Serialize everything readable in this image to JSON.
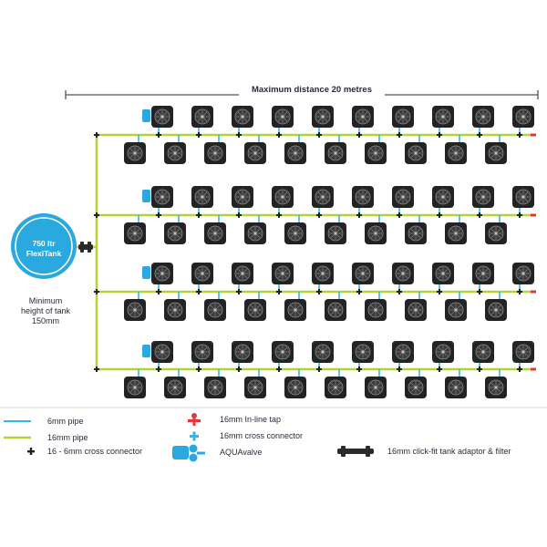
{
  "title": "Maximum distance 20 metres",
  "tank": {
    "line1": "750 ltr",
    "line2": "FlexiTank",
    "note_line1": "Minimum",
    "note_line2": "height of tank",
    "note_line3": "150mm"
  },
  "legend": {
    "pipe_6mm": "6mm pipe",
    "pipe_16mm": "16mm pipe",
    "cross_16_6": "16 - 6mm cross connector",
    "inline_tap": "16mm In-line tap",
    "cross_16": "16mm cross connector",
    "aquavalve": "AQUAvalve",
    "tank_adaptor": "16mm click-fit tank adaptor & filter"
  },
  "colors": {
    "pipe_6mm": "#33b8e6",
    "pipe_16mm": "#b4d335",
    "pot": "#232323",
    "tank": "#2aa9e0",
    "tap": "#e0363c",
    "text": "#2a2a3a"
  },
  "layout_info": {
    "groups": 4,
    "pots_per_row": 10,
    "rows_per_group": 2
  }
}
